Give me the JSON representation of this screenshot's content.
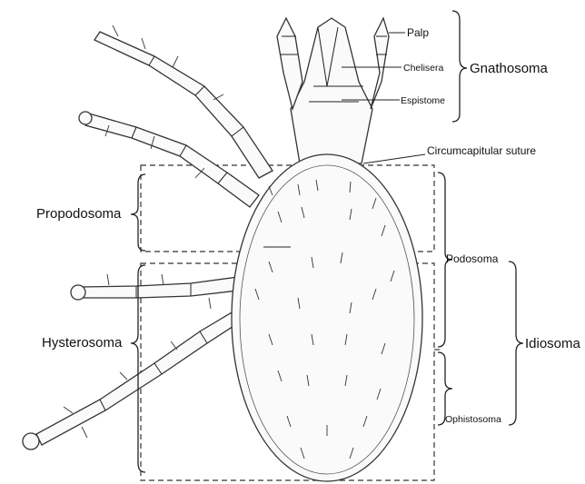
{
  "labels": {
    "palp": "Palp",
    "chelisera": "Chelisera",
    "espistome": "Espistome",
    "gnathosoma": "Gnathosoma",
    "circumcapitular": "Circumcapitular suture",
    "propodosoma": "Propodosoma",
    "podosoma": "Podosoma",
    "hysterosoma": "Hysterosoma",
    "idiosoma": "Idiosoma",
    "ophistosoma": "Ophistosoma"
  }
}
